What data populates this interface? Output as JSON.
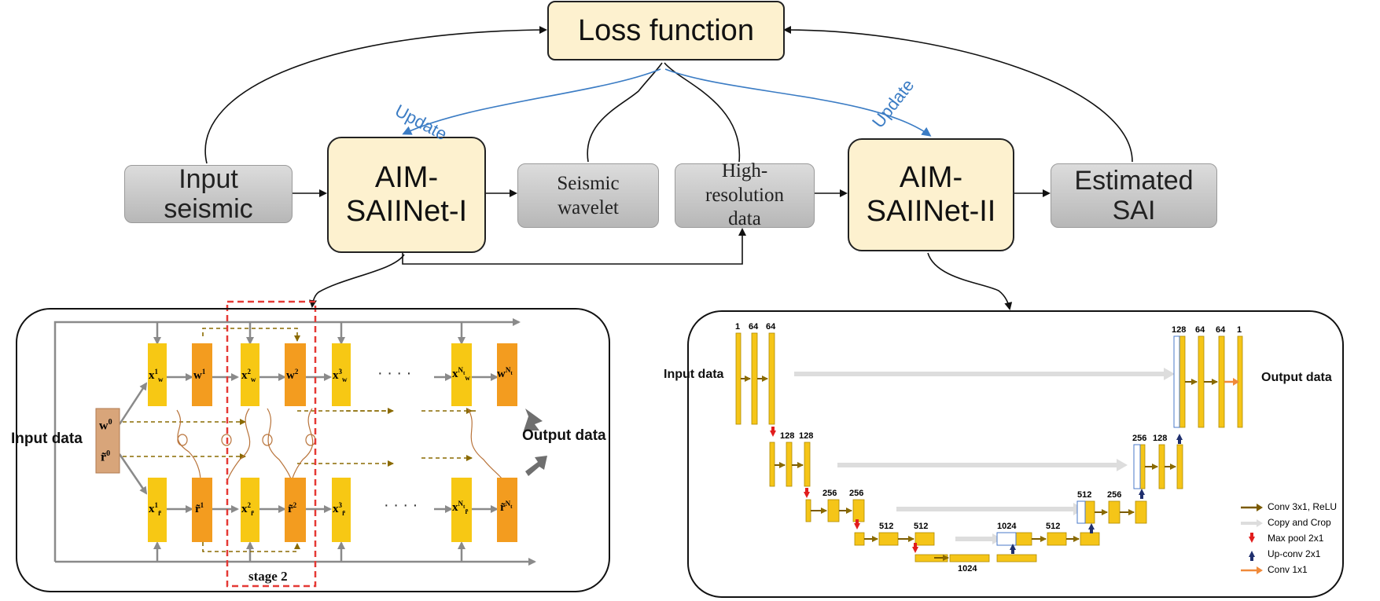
{
  "top": {
    "loss": "Loss function",
    "net1": "AIM-\nSAIINet-I",
    "net2": "AIM-\nSAIINet-II",
    "input": "Input\nseismic",
    "wavelet": "Seismic\nwavelet",
    "highres": "High-\nresolution\ndata",
    "estimated": "Estimated\nSAI",
    "update_left": "Update",
    "update_right": "Update"
  },
  "left_panel": {
    "input_label": "Input data",
    "output_label": "Output data",
    "stage_label": "stage 2",
    "w0": "w",
    "r0": "r̃",
    "dots": "· · · ·",
    "top_row": [
      "x",
      "w",
      "x",
      "w",
      "x",
      "x",
      "w"
    ],
    "bottom_row": [
      "x",
      "r̃",
      "x",
      "r̃",
      "x",
      "x",
      "r̃"
    ]
  },
  "right_panel": {
    "input_label": "Input data",
    "output_label": "Output data",
    "channels": [
      "1",
      "64",
      "64",
      "128",
      "128",
      "256",
      "256",
      "512",
      "512",
      "1024",
      "512",
      "1024",
      "512",
      "256",
      "256",
      "128",
      "128",
      "64",
      "64",
      "1"
    ],
    "legend": [
      "Conv 3x1, ReLU",
      "Copy and Crop",
      "Max pool 2x1",
      "Up-conv 2x1",
      "Conv 1x1"
    ],
    "colors": {
      "block": "#f5c518",
      "conv_arrow": "#7a5a00",
      "copy_arrow": "#dddddd",
      "pool_arrow": "#e11d1d",
      "up_arrow": "#1f2f6e",
      "conv1_arrow": "#f08a3a"
    }
  },
  "colors": {
    "yellow_node": "#fdf1cf",
    "update_blue": "#3b7cc4",
    "orange_block": "#f39c1f",
    "yellow_block": "#f7c814",
    "stage_dash": "#e53935"
  }
}
